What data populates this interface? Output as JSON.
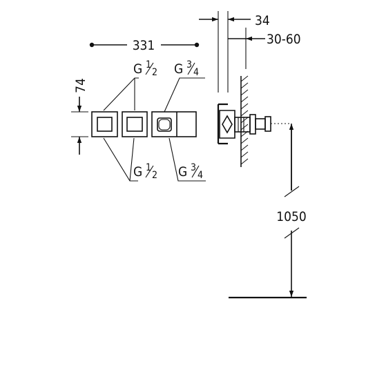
{
  "dimensions": {
    "total_width": "331",
    "height": "74",
    "wall_gap": "34",
    "wall_range": "30-60",
    "mount_height": "1050"
  },
  "connections": {
    "top_left": {
      "letter": "G",
      "num": "1",
      "den": "2"
    },
    "top_right": {
      "letter": "G",
      "num": "3",
      "den": "4"
    },
    "bottom_left": {
      "letter": "G",
      "num": "1",
      "den": "2"
    },
    "bottom_right": {
      "letter": "G",
      "num": "3",
      "den": "4"
    }
  }
}
